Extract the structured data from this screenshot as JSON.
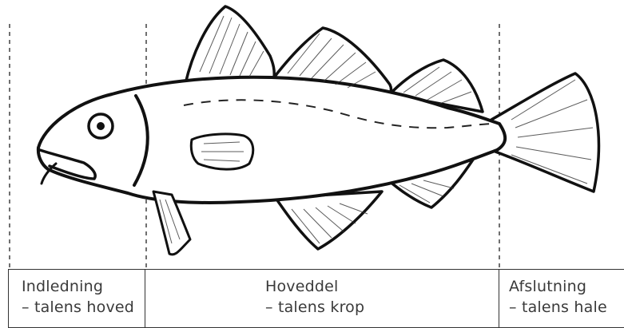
{
  "sections": {
    "intro": {
      "title": "Indledning",
      "subtitle": "– talens hoved"
    },
    "body": {
      "title": "Hoveddel",
      "subtitle": "– talens krop"
    },
    "outro": {
      "title": "Afslutning",
      "subtitle": "– talens hale"
    }
  },
  "colors": {
    "ink": "#1a1a1a",
    "text": "#3a3a3a",
    "background": "#ffffff"
  },
  "illustration": "fish-drawing"
}
